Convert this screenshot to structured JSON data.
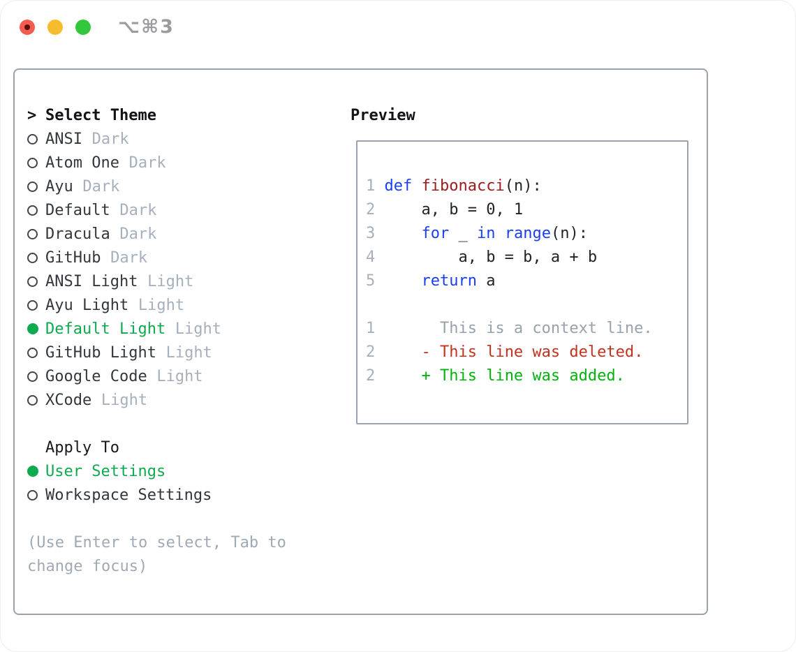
{
  "window": {
    "title": "⌥⌘3"
  },
  "theme_list": {
    "prompt": ">",
    "header": "Select Theme",
    "items": [
      {
        "name": "ANSI",
        "variant": "Dark",
        "selected": false
      },
      {
        "name": "Atom One",
        "variant": "Dark",
        "selected": false
      },
      {
        "name": "Ayu",
        "variant": "Dark",
        "selected": false
      },
      {
        "name": "Default",
        "variant": "Dark",
        "selected": false
      },
      {
        "name": "Dracula",
        "variant": "Dark",
        "selected": false
      },
      {
        "name": "GitHub",
        "variant": "Dark",
        "selected": false
      },
      {
        "name": "ANSI Light",
        "variant": "Light",
        "selected": false
      },
      {
        "name": "Ayu Light",
        "variant": "Light",
        "selected": false
      },
      {
        "name": "Default Light",
        "variant": "Light",
        "selected": true
      },
      {
        "name": "GitHub Light",
        "variant": "Light",
        "selected": false
      },
      {
        "name": "Google Code",
        "variant": "Light",
        "selected": false
      },
      {
        "name": "XCode",
        "variant": "Light",
        "selected": false
      }
    ]
  },
  "apply_to": {
    "header": "Apply To",
    "options": [
      {
        "label": "User Settings",
        "selected": true
      },
      {
        "label": "Workspace Settings",
        "selected": false
      }
    ]
  },
  "hint": {
    "full": "(Use Enter to select, Tab to change focus)",
    "line1": "(Use Enter to select, Tab to",
    "line2": "change focus)"
  },
  "preview": {
    "header": "Preview",
    "lines": [
      {
        "tokens": [
          {
            "t": "1 ",
            "c": "ln"
          },
          {
            "t": "def ",
            "c": "kw"
          },
          {
            "t": "fibonacci",
            "c": "fn"
          },
          {
            "t": "(n):",
            "c": "pl"
          }
        ]
      },
      {
        "tokens": [
          {
            "t": "2 ",
            "c": "ln"
          },
          {
            "t": "    a, b = 0, 1",
            "c": "pl"
          }
        ]
      },
      {
        "tokens": [
          {
            "t": "3 ",
            "c": "ln"
          },
          {
            "t": "    ",
            "c": "pl"
          },
          {
            "t": "for",
            "c": "kw"
          },
          {
            "t": " _ ",
            "c": "pl"
          },
          {
            "t": "in",
            "c": "kw"
          },
          {
            "t": " ",
            "c": "pl"
          },
          {
            "t": "range",
            "c": "kw"
          },
          {
            "t": "(n):",
            "c": "pl"
          }
        ]
      },
      {
        "tokens": [
          {
            "t": "4 ",
            "c": "ln"
          },
          {
            "t": "        a, b = b, a + b",
            "c": "pl"
          }
        ]
      },
      {
        "tokens": [
          {
            "t": "5 ",
            "c": "ln"
          },
          {
            "t": "    ",
            "c": "pl"
          },
          {
            "t": "return",
            "c": "kw"
          },
          {
            "t": " a",
            "c": "pl"
          }
        ]
      },
      {
        "tokens": [
          {
            "t": " ",
            "c": "pl"
          }
        ]
      },
      {
        "tokens": [
          {
            "t": "1",
            "c": "ln"
          },
          {
            "t": "       This is a context line.",
            "c": "ctx"
          }
        ]
      },
      {
        "tokens": [
          {
            "t": "2",
            "c": "ln"
          },
          {
            "t": "     ",
            "c": "pl"
          },
          {
            "t": "- This line was deleted.",
            "c": "del"
          }
        ]
      },
      {
        "tokens": [
          {
            "t": "2",
            "c": "ln"
          },
          {
            "t": "     ",
            "c": "pl"
          },
          {
            "t": "+ This line was added.",
            "c": "add"
          }
        ]
      }
    ]
  },
  "colors": {
    "accent_green": "#0eaa50",
    "diff_added_green": "#00b40c",
    "diff_deleted_red": "#c5311f",
    "keyword_blue": "#1a3ef5",
    "function_red": "#9d1b1b",
    "muted_gray": "#a6b0bc",
    "border_gray": "#9aa2ae",
    "traffic_red": "#f45c52",
    "traffic_yellow": "#f5bd2e",
    "traffic_green": "#32c73d"
  }
}
